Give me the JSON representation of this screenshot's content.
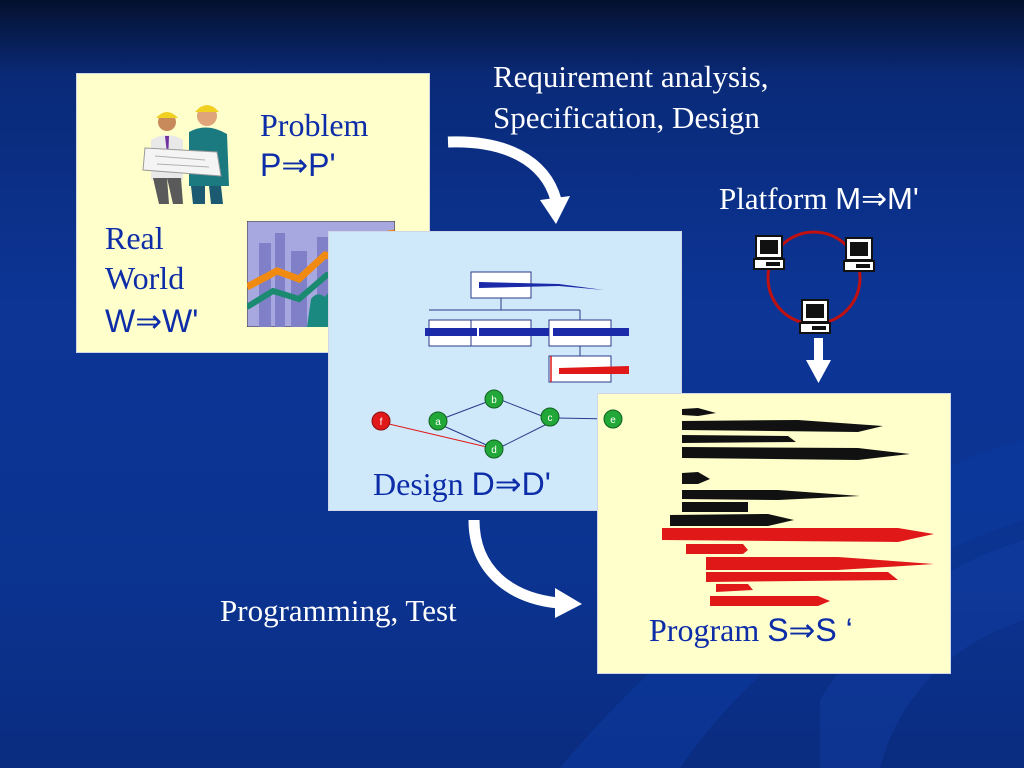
{
  "slide": {
    "problem": {
      "label": "Problem",
      "formula": "P⇒P'"
    },
    "real_world": {
      "label_line1": "Real",
      "label_line2": "World",
      "formula": "W⇒W'"
    },
    "design": {
      "label": "Design",
      "formula": "D⇒D'"
    },
    "program": {
      "label": "Program",
      "formula": "S⇒S ‘"
    },
    "requirement_text_line1": "Requirement analysis,",
    "requirement_text_line2": "Specification, Design",
    "programming_text": "Programming, Test",
    "platform": {
      "label": "Platform",
      "formula": "M⇒M'"
    }
  },
  "graph_nodes": [
    "f",
    "a",
    "b",
    "c",
    "d",
    "e"
  ],
  "colors": {
    "background": "#0b3390",
    "panel_yellow": "#ffffcc",
    "panel_blue": "#cfe9fb",
    "label_blue": "#0c2ca8",
    "node_green": "#22a838",
    "node_red": "#e01818",
    "ring_red": "#c01010"
  }
}
